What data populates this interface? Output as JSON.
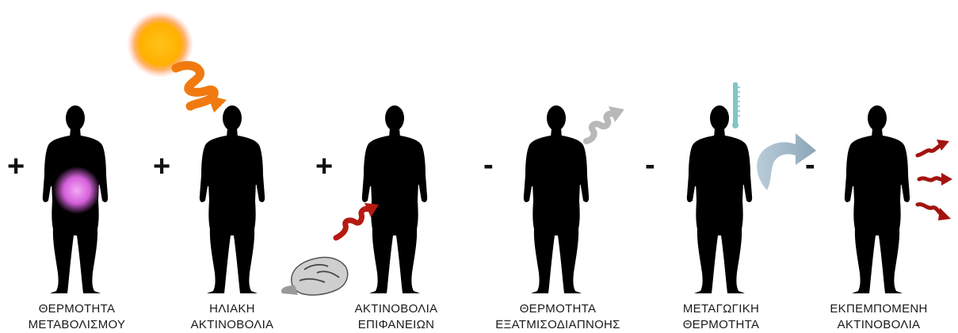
{
  "components": [
    {
      "sign": "+",
      "caption_line1": "ΘΕΡΜΟΤΗΤΑ",
      "caption_line2": "ΜΕΤΑΒΟΛΙΣΜΟΥ",
      "icon": "metabolism-glow-icon"
    },
    {
      "sign": "+",
      "caption_line1": "ΗΛΙΑΚΗ",
      "caption_line2": "ΑΚΤΙΝΟΒΟΛΙΑ",
      "icon": "sun-icon"
    },
    {
      "sign": "+",
      "caption_line1": "ΑΚΤΙΝΟΒΟΛΙΑ",
      "caption_line2": "ΕΠΙΦΑΝΕΙΩΝ",
      "icon": "rock-icon"
    },
    {
      "sign": "-",
      "caption_line1": "ΘΕΡΜΟΤΗΤΑ",
      "caption_line2": "ΕΞΑΤΜΙΣΟΔΙΑΠΝΟΗΣ",
      "icon": "vapor-icon"
    },
    {
      "sign": "-",
      "caption_line1": "ΜΕΤΑΓΩΓΙΚΗ",
      "caption_line2": "ΘΕΡΜΟΤΗΤΑ",
      "icon": "thermometer-icon"
    },
    {
      "sign": "-",
      "caption_line1": "ΕΚΠΕΜΠΟΜΕΝΗ",
      "caption_line2": "ΑΚΤΙΝΟΒΟΛΙΑ",
      "icon": "emitted-radiation-icon"
    }
  ],
  "colors": {
    "silhouette": "#000000",
    "metabolism_glow": "#e066e6",
    "sun": "#ffb400",
    "solar_arrow": "#f07a10",
    "surface_arrow": "#b51a12",
    "vapor_arrow": "#b8b8b8",
    "convection_arrow": "#9fb8c8",
    "thermometer": "#7fc6c6",
    "emitted_arrow": "#a3140f"
  }
}
